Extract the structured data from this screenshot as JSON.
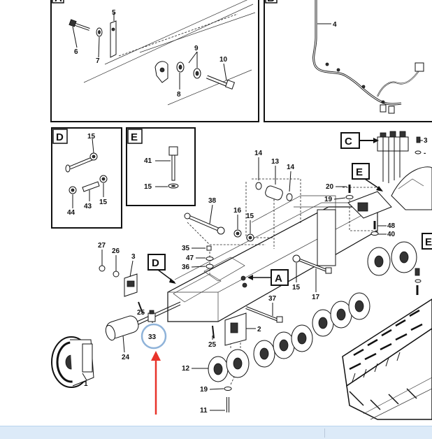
{
  "diagram": {
    "panel_letters": {
      "top_left": "A",
      "top_right": "B",
      "detail_d": "D",
      "detail_e": "E",
      "callout_c": "C",
      "callout_e": "E",
      "callout_d": "D",
      "callout_a": "A",
      "right_edge": "E"
    },
    "part_numbers": {
      "p5": "5",
      "p6": "6",
      "p7": "7",
      "p9": "9",
      "p10": "10",
      "p8": "8",
      "p4": "4",
      "d15a": "15",
      "d44": "44",
      "d43": "43",
      "d15b": "15",
      "e41": "41",
      "e15": "15",
      "p14a": "14",
      "p13": "13",
      "p14b": "14",
      "p38": "38",
      "p16": "16",
      "p15a": "15",
      "p20": "20",
      "p19a": "19",
      "p48": "48",
      "p40": "40",
      "p27": "27",
      "p26": "26",
      "p3": "3",
      "p35": "35",
      "p47": "47",
      "p36": "36",
      "p15b": "15",
      "p17": "17",
      "p37": "37",
      "p25a": "25",
      "p33": "33",
      "p24": "24",
      "p1": "1",
      "p25b": "25",
      "p2": "2",
      "p12": "12",
      "p19b": "19",
      "p11": "11",
      "pc3": "3",
      "pc_dash": "-"
    },
    "highlight": {
      "label": "33",
      "circle_color": "#8fb3d9",
      "arrow_color": "#e8332a"
    }
  },
  "status_bar": {
    "color": "#dceaf8"
  }
}
